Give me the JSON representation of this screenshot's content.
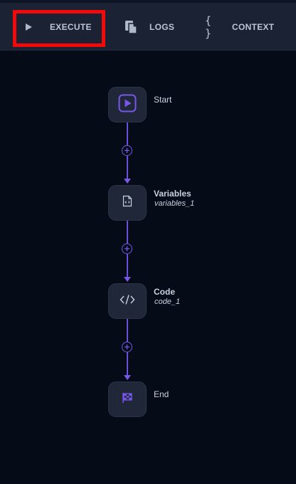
{
  "toolbar": {
    "execute_label": "EXECUTE",
    "logs_label": "LOGS",
    "context_label": "CONTEXT",
    "context_icon": "{ }"
  },
  "nodes": [
    {
      "title": "Start",
      "subtitle": "",
      "icon": "play-icon"
    },
    {
      "title": "Variables",
      "subtitle": "variables_1",
      "icon": "file-code-icon"
    },
    {
      "title": "Code",
      "subtitle": "code_1",
      "icon": "code-icon"
    },
    {
      "title": "End",
      "subtitle": "",
      "icon": "flag-icon"
    }
  ],
  "colors": {
    "background": "#050c18",
    "toolbar": "#1a2234",
    "node": "#1f2738",
    "accent": "#7657e8",
    "highlight": "#f20a0a"
  }
}
